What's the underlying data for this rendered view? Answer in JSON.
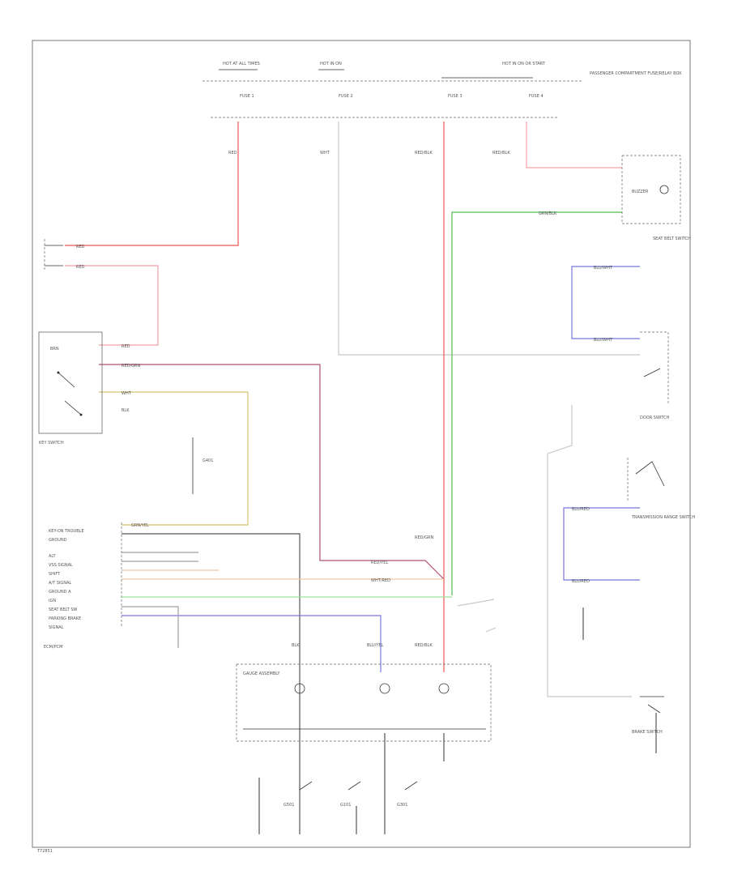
{
  "colors": {
    "red": "#ee5555",
    "pink": "#f4a0a8",
    "grey_wire": "#a0a0a0",
    "light_grey": "#c8c8c8",
    "dark_grey": "#555555",
    "green": "#55bb55",
    "light_green": "#9be39b",
    "blue": "#7777dd",
    "yellow": "#d8c070",
    "orange": "#f0c8a0",
    "maroon": "#b05070"
  },
  "labels": {
    "hot_at_all_times": "HOT AT ALL TIMES",
    "hot_in_on": "HOT IN ON",
    "hot_in_on_or_start": "HOT IN ON OR START",
    "fuse_1": "FUSE 1",
    "fuse_2": "FUSE 2",
    "fuse_3": "FUSE 3",
    "fuse_4": "FUSE 4",
    "pass_junc": "PASSENGER COMPARTMENT FUSE/RELAY BOX",
    "red_blk": "RED/BLK",
    "red_grn": "RED/GRN",
    "blk": "BLK",
    "red": "RED",
    "wht": "WHT",
    "grn_blk": "GRN/BLK",
    "blu_wht": "BLU/WHT",
    "blu_red": "BLU/RED",
    "grn_yel": "GRN/YEL",
    "red_yel": "RED/YEL",
    "wht_red": "WHT/RED",
    "blu_yel": "BLU/YEL",
    "brn": "BRN",
    "buzzer": "BUZZER",
    "seat_belt_sw": "SEAT BELT SWITCH",
    "door_sw": "DOOR SWITCH",
    "brake_sw": "BRAKE SWITCH",
    "trans_range": "TRANSMISSION RANGE SWITCH",
    "ecm_pcm": "ECM/PCM",
    "gauge_assy": "GAUGE ASSEMBLY",
    "key_sw": "KEY SWITCH",
    "g401": "G401",
    "g501": "G501",
    "g101": "G101",
    "g301": "G301",
    "code": "T72851"
  },
  "ecm_pins": [
    "KEY-ON TROUBLE",
    "GROUND",
    "ALT",
    "VSS SIGNAL",
    "SHIFT",
    "A/T SIGNAL",
    "GROUND A",
    "IGN",
    "SEAT BELT SW",
    "PARKING BRAKE",
    "SIGNAL"
  ]
}
